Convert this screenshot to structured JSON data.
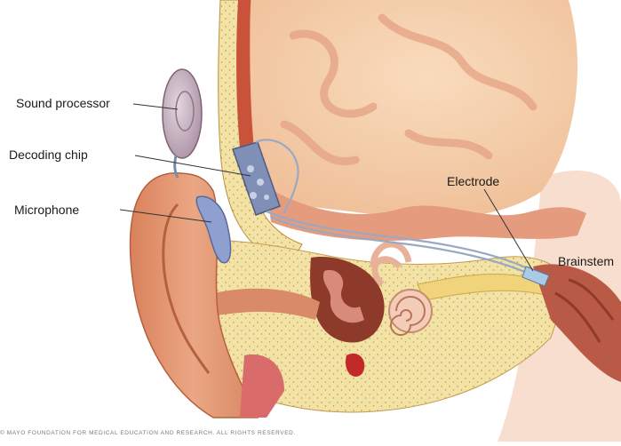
{
  "labels": {
    "sound_processor": "Sound processor",
    "decoding_chip": "Decoding chip",
    "microphone": "Microphone",
    "electrode": "Electrode",
    "brainstem": "Brainstem"
  },
  "copyright": "© MAYO FOUNDATION FOR MEDICAL EDUCATION AND RESEARCH. ALL RIGHTS RESERVED.",
  "colors": {
    "skin": "#e8a27e",
    "skin_dark": "#c9714e",
    "brain": "#f4c9a3",
    "brain_fold": "#e9a98a",
    "bone": "#f2e2a6",
    "bone_dots": "#c9a94a",
    "muscle": "#b8402e",
    "device": "#7f8fb6",
    "wire": "#9aa9c2",
    "nerve": "#f0d37a"
  }
}
